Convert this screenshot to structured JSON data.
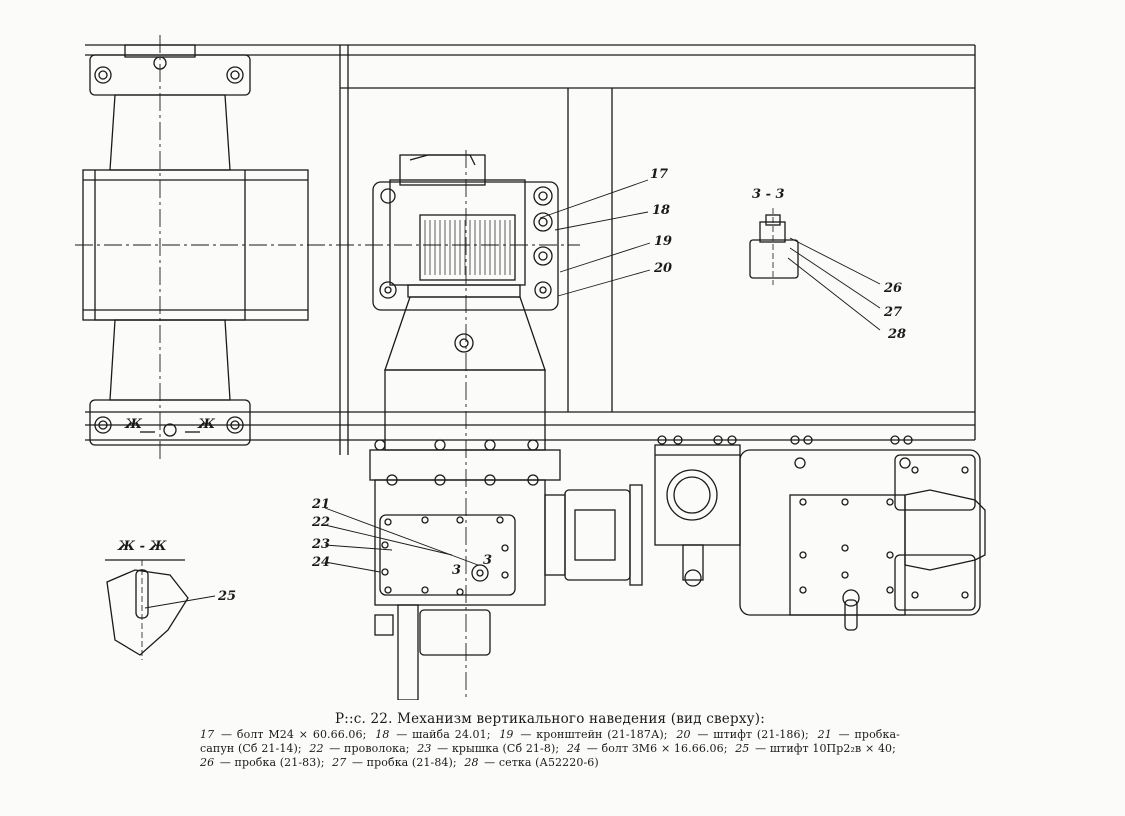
{
  "figure": {
    "caption_title": "Р::с. 22. Механизм вертикального наведения (вид сверху):",
    "legend": [
      {
        "n": "17",
        "text": "— болт М24 × 60.66.06;"
      },
      {
        "n": "18",
        "text": "— шайба 24.01;"
      },
      {
        "n": "19",
        "text": "— кронштейн (21-187А);"
      },
      {
        "n": "20",
        "text": "— штифт (21-186);"
      },
      {
        "n": "21",
        "text": "— пробка-сапун (Сб 21-14);"
      },
      {
        "n": "22",
        "text": "— проволока;"
      },
      {
        "n": "23",
        "text": "— крышка (Сб 21-8);"
      },
      {
        "n": "24",
        "text": "— болт ЗМ6 × 16.66.06;"
      },
      {
        "n": "25",
        "text": "— штифт 10Пр2₂в × 40;"
      },
      {
        "n": "26",
        "text": "— пробка (21-83);"
      },
      {
        "n": "27",
        "text": "— пробка (21-84);"
      },
      {
        "n": "28",
        "text": "— сетка (А52220-6)"
      }
    ]
  },
  "labels": {
    "l17": "17",
    "l18": "18",
    "l19": "19",
    "l20": "20",
    "l21": "21",
    "l22": "22",
    "l23": "23",
    "l24": "24",
    "l25": "25",
    "l26": "26",
    "l27": "27",
    "l28": "28",
    "sec33": "3 - 3",
    "secZZ": "Ж - Ж",
    "markZ1": "Ж",
    "markZ2": "Ж",
    "mark3a": "3",
    "mark3b": "3"
  }
}
